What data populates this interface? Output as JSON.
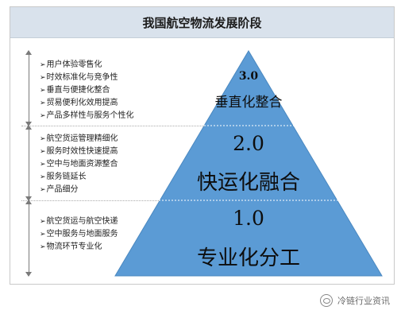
{
  "title": "我国航空物流发展阶段",
  "stages": [
    {
      "version": "3.0",
      "name": "垂直化整合",
      "bullets": [
        "用户体验零售化",
        "时效标准化与竞争性",
        "垂直与便捷化整合",
        "贸易便利化效用提高",
        "产品多样性与服务个性化"
      ]
    },
    {
      "version": "2.0",
      "name": "快运化融合",
      "bullets": [
        "航空货运管理精细化",
        "服务时效性快速提高",
        "空中与地面资源整合",
        "服务链延长",
        "产品细分"
      ]
    },
    {
      "version": "1.0",
      "name": "专业化分工",
      "bullets": [
        "航空货运与航空快递",
        "空中服务与地面服务",
        "物流环节专业化"
      ]
    }
  ],
  "colors": {
    "pyramid_fill": "#5b9bd5",
    "title_bg": "#d9e2ec"
  },
  "watermark": {
    "text": "冷链行业资讯",
    "icon": "wechat-icon"
  }
}
